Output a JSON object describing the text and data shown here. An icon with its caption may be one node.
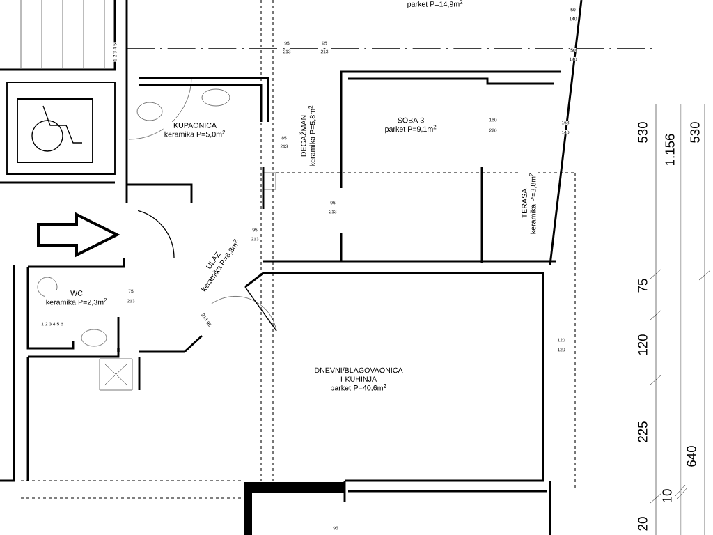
{
  "diagram": {
    "nodes": [
      {
        "text": [
          "parket P=14,9m$^{2}$"
        ]
      },
      {
        "text": [
          "KUPAONICA",
          "keramika P=5,0m$^{2}$"
        ]
      },
      {
        "text": [
          "DEGAŽMAN",
          "keramika P=5,8m$^{2}$"
        ]
      },
      {
        "text": [
          "SOBA 3",
          "parket P=9,1m$^{2}$"
        ]
      },
      {
        "text": [
          "TERASA",
          "keramika P=3,8m$^{2}$"
        ]
      },
      {
        "text": [
          "ULAZ",
          "keramika P=6,3m$^{2}$"
        ]
      },
      {
        "text": [
          "WC",
          "keramika P=2,3m$^{2}$"
        ]
      },
      {
        "text": [
          "DNEVNI/BLAGOVAONICA I KUHINJA",
          "parket P=40,6m$^{2}$"
        ]
      }
    ],
    "labels": [
      "1 2 3 4 5",
      "95",
      "213",
      "95",
      "213",
      "50",
      "140",
      "50",
      "140",
      "85",
      "213",
      "160",
      "220",
      "168",
      "140",
      "95",
      "213",
      "95",
      "213",
      "75",
      "213",
      "1 2 3 4 5 6",
      "95",
      "213",
      "120",
      "120",
      "95",
      "530",
      "1.156",
      "530",
      "75",
      "120",
      "225",
      "640",
      "10",
      "20"
    ]
  }
}
